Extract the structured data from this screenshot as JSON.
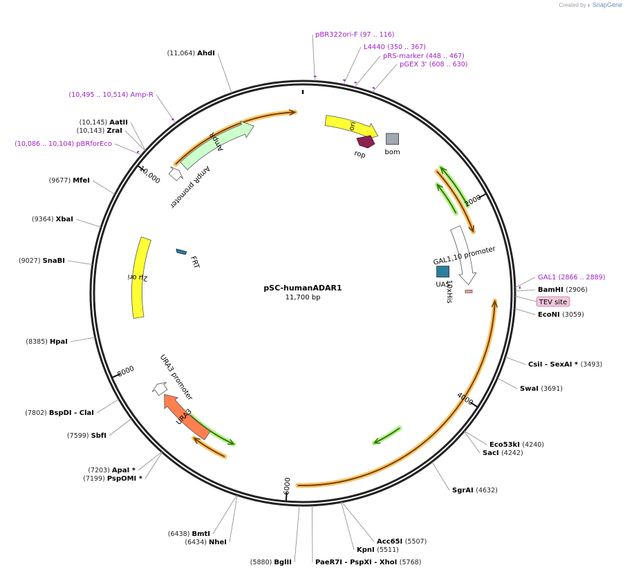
{
  "credit": {
    "prefix": "Created by",
    "brand": "SnapGene"
  },
  "plasmid": {
    "name": "pSC-humanADAR1",
    "size_label": "11,700 bp",
    "length": 11700
  },
  "ticks": [
    {
      "pos": 2000,
      "label": "2000"
    },
    {
      "pos": 4000,
      "label": "4000"
    },
    {
      "pos": 6000,
      "label": "6000"
    },
    {
      "pos": 8000,
      "label": "8000"
    },
    {
      "pos": 10000,
      "label": "10,000"
    }
  ],
  "sites": [
    {
      "pos": 2906,
      "name": "BamHI",
      "num": "(2906)"
    },
    {
      "pos": 3059,
      "name": "EcoNI",
      "num": "(3059)"
    },
    {
      "pos": 3493,
      "name": "CsiI   - SexAI *",
      "num": "(3493)"
    },
    {
      "pos": 3691,
      "name": "SwaI",
      "num": "(3691)"
    },
    {
      "pos": 4240,
      "name": "Eco53kI",
      "num": "(4240)"
    },
    {
      "pos": 4242,
      "name": "SacI",
      "num": "(4242)"
    },
    {
      "pos": 4632,
      "name": "SgrAI",
      "num": "(4632)"
    },
    {
      "pos": 5507,
      "name": "Acc65I",
      "num": "(5507)"
    },
    {
      "pos": 5511,
      "name": "KpnI",
      "num": "(5511)"
    },
    {
      "pos": 5768,
      "name": "PaeR7I   - PspXI   - XhoI",
      "num": "(5768)"
    },
    {
      "pos": 5880,
      "name": "BglII",
      "num": "(5880)"
    },
    {
      "pos": 6434,
      "name": "NheI",
      "num": "(6434)"
    },
    {
      "pos": 6438,
      "name": "BmtI",
      "num": "(6438)"
    },
    {
      "pos": 7199,
      "name": "PspOMI *",
      "num": "(7199)"
    },
    {
      "pos": 7203,
      "name": "ApaI *",
      "num": "(7203)"
    },
    {
      "pos": 7599,
      "name": "SbfI",
      "num": "(7599)"
    },
    {
      "pos": 7802,
      "name": "BspDI   - ClaI",
      "num": "(7802)"
    },
    {
      "pos": 8385,
      "name": "HpaI",
      "num": "(8385)"
    },
    {
      "pos": 9027,
      "name": "SnaBI",
      "num": "(9027)"
    },
    {
      "pos": 9364,
      "name": "XbaI",
      "num": "(9364)"
    },
    {
      "pos": 9677,
      "name": "MfeI",
      "num": "(9677)"
    },
    {
      "pos": 10143,
      "name": "ZraI",
      "num": "(10,143)"
    },
    {
      "pos": 10145,
      "name": "AatII",
      "num": "(10,145)"
    },
    {
      "pos": 11064,
      "name": "AhdI",
      "num": "(11,064)"
    }
  ],
  "primers": [
    {
      "pos": 106,
      "name": "pBR322ori-F",
      "num": "(97 .. 116)"
    },
    {
      "pos": 358,
      "name": "L4440",
      "num": "(350 .. 367)"
    },
    {
      "pos": 457,
      "name": "pRS-marker",
      "num": "(448 .. 467)"
    },
    {
      "pos": 619,
      "name": "pGEX 3'",
      "num": "(608 .. 630)"
    },
    {
      "pos": 2877,
      "name": "GAL1",
      "num": "(2866 .. 2889)"
    },
    {
      "pos": 10095,
      "name": "pBRforEco",
      "num": "(10,086 .. 10,104)"
    },
    {
      "pos": 10504,
      "name": "Amp-R",
      "num": "(10,495 .. 10,514)"
    }
  ],
  "features": [
    {
      "name": "ori",
      "label": "ori",
      "start": 245,
      "end": 830,
      "dir": 1,
      "color": "#ffff33",
      "r": 252,
      "w": 15
    },
    {
      "name": "AmpR",
      "label": "AmpR",
      "start": 10300,
      "end": 11170,
      "dir": 1,
      "color": "#ccffcc",
      "r": 252,
      "w": 15
    },
    {
      "name": "AmpR promoter",
      "label": "AmpR promoter",
      "start": 10130,
      "end": 10230,
      "dir": 1,
      "color": "#ffffff",
      "r": 252,
      "w": 15
    },
    {
      "name": "2micron ori",
      "label": "2μ ori",
      "start": 8500,
      "end": 9400,
      "dir": 0,
      "color": "#ffff33",
      "r": 240,
      "w": 15
    },
    {
      "name": "GAL1,10 promoter",
      "label": "GAL1,10 promoter",
      "start": 2170,
      "end": 2830,
      "dir": 1,
      "color": "#ffffff",
      "r": 240,
      "w": 15
    },
    {
      "name": "URA3 promoter",
      "label": "URA3 promoter",
      "start": 7625,
      "end": 7735,
      "dir": 1,
      "color": "#ffffff",
      "r": 248,
      "w": 15
    },
    {
      "name": "URA3",
      "label": "URA3",
      "start": 6950,
      "end": 7600,
      "dir": 1,
      "color": "#ff7f50",
      "r": 248,
      "w": 15
    },
    {
      "name": "10xHis",
      "label": "10xHis",
      "start": 2890,
      "end": 2920,
      "dir": 0,
      "color": "#ff9999",
      "r": 240,
      "w": 10
    }
  ],
  "boxes": [
    {
      "name": "bom",
      "label": "bom",
      "pos": 980,
      "r": 258,
      "color": "#a0a8b0"
    },
    {
      "name": "UAS",
      "label": "UAS",
      "pos": 2640,
      "r": 205,
      "color": "#2a7f9e"
    }
  ],
  "rop_label": "rop",
  "frt_label": "FRT",
  "orfs": [
    {
      "start": 1550,
      "end": 2280,
      "r": 262,
      "dir": 1,
      "color": "#f0a830"
    },
    {
      "start": 3000,
      "end": 5900,
      "r": 278,
      "dir": -1,
      "color": "#f0a830"
    },
    {
      "start": 6680,
      "end": 7050,
      "r": 262,
      "dir": 1,
      "color": "#f0a830"
    },
    {
      "start": 10250,
      "end": 11620,
      "r": 262,
      "dir": 1,
      "color": "#f0a830"
    }
  ],
  "greens": [
    {
      "start": 1550,
      "end": 2020,
      "r": 270,
      "dir": -1
    },
    {
      "start": 1660,
      "end": 2030,
      "r": 250,
      "dir": -1
    },
    {
      "start": 4690,
      "end": 5020,
      "r": 240,
      "dir": 1
    },
    {
      "start": 6650,
      "end": 7240,
      "r": 240,
      "dir": -1
    }
  ],
  "tev": {
    "label": "TEV site",
    "pos": 2950
  }
}
